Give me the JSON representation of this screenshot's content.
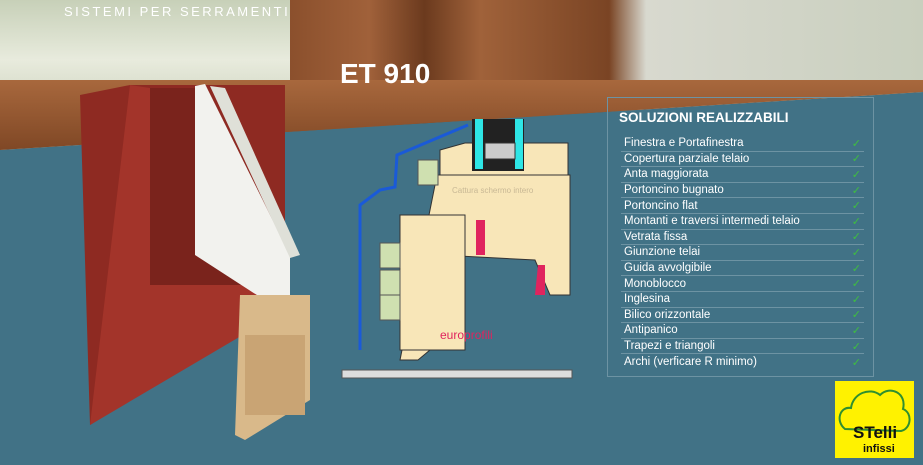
{
  "header": {
    "tagline": "SISTEMI PER SERRAMENTI",
    "title": "ET 910"
  },
  "diagram": {
    "brand": "europrofili",
    "overlay_text": "Cattura schermo intero"
  },
  "panel": {
    "title": "SOLUZIONI REALIZZABILI",
    "items": [
      {
        "label": "Finestra e Portafinestra",
        "check": "✓"
      },
      {
        "label": "Copertura parziale telaio",
        "check": "✓"
      },
      {
        "label": "Anta maggiorata",
        "check": "✓"
      },
      {
        "label": "Portoncino bugnato",
        "check": "✓"
      },
      {
        "label": "Portoncino flat",
        "check": "✓"
      },
      {
        "label": "Montanti e traversi intermedi telaio",
        "check": "✓"
      },
      {
        "label": "Vetrata fissa",
        "check": "✓"
      },
      {
        "label": "Giunzione telai",
        "check": "✓"
      },
      {
        "label": "Guida avvolgibile",
        "check": "✓"
      },
      {
        "label": "Monoblocco",
        "check": "✓"
      },
      {
        "label": "Inglesina",
        "check": "✓"
      },
      {
        "label": "Bilico orizzontale",
        "check": "✓"
      },
      {
        "label": "Antipanico",
        "check": "✓"
      },
      {
        "label": "Trapezi e triangoli",
        "check": "✓"
      },
      {
        "label": "Archi (verficare R minimo)",
        "check": "✓"
      }
    ]
  },
  "logo": {
    "line1": "STelli",
    "line2": "infissi"
  }
}
